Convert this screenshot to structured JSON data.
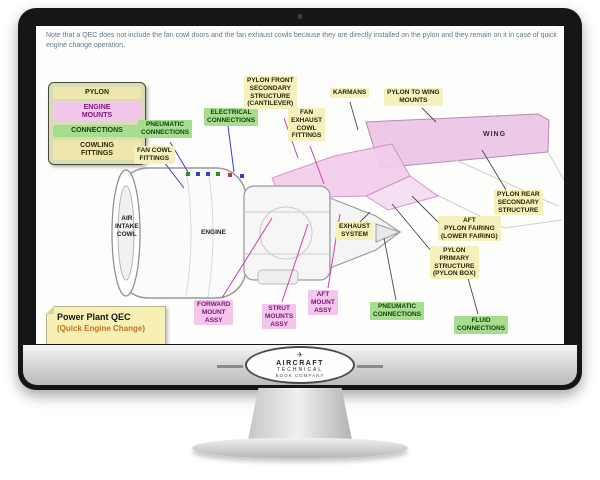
{
  "note": "Note that a QEC does not include the fan cowl doors and the fan exhaust cowls because they are directly installed on the pylon and they remain on it in case of quick engine change operation.",
  "legend": {
    "items": [
      {
        "label": "PYLON"
      },
      {
        "label": "ENGINE\nMOUNTS"
      },
      {
        "label": "CONNECTIONS"
      },
      {
        "label": "COWLING\nFITTINGS"
      }
    ]
  },
  "labels": {
    "pneumatic_connections_top": "PNEUMATIC\nCONNECTIONS",
    "electrical_connections": "ELECTRICAL\nCONNECTIONS",
    "fan_cowl_fittings": "FAN COWL\nFITTINGS",
    "pylon_front_secondary_structure": "PYLON FRONT\nSECONDARY\nSTRUCTURE\n(CANTILEVER)",
    "fan_exhaust_cowl_fittings": "FAN\nEXHAUST\nCOWL\nFITTINGS",
    "karmans": "KARMANS",
    "pylon_to_wing_mounts": "PYLON TO WING\nMOUNTS",
    "wing": "WING",
    "pylon_rear_secondary_structure": "PYLON REAR\nSECONDARY\nSTRUCTURE",
    "aft_pylon_fairing": "AFT\nPYLON FAIRING\n(LOWER FAIRING)",
    "pylon_primary_structure": "PYLON\nPRIMARY\nSTRUCTURE\n(PYLON BOX)",
    "exhaust_system": "EXHAUST\nSYSTEM",
    "air_intake_cowl": "AIR\nINTAKE\nCOWL",
    "engine": "ENGINE",
    "forward_mount_assy": "FORWARD\nMOUNT\nASSY",
    "strut_mounts_assy": "STRUT\nMOUNTS\nASSY",
    "aft_mount_assy": "AFT\nMOUNT\nASSY",
    "pneumatic_connections_bottom": "PNEUMATIC\nCONNECTIONS",
    "fluid_connections": "FLUID\nCONNECTIONS"
  },
  "sticky_note": {
    "title": "Power Plant QEC",
    "subtitle": "(Quick Engine Change)"
  },
  "logo": {
    "line1": "AIRCRAFT",
    "line2": "TECHNICAL",
    "line3": "BOOK COMPANY"
  },
  "colors": {
    "label_tan": "#f6f0bd",
    "label_green": "#a6dd8e",
    "label_pink": "#f3c7ec",
    "pylon_highlight_pink": "#f3cdec",
    "wing_pink": "#ecc9e6",
    "leader_blue": "#3b3bd1",
    "leader_magenta": "#cf3fae"
  }
}
